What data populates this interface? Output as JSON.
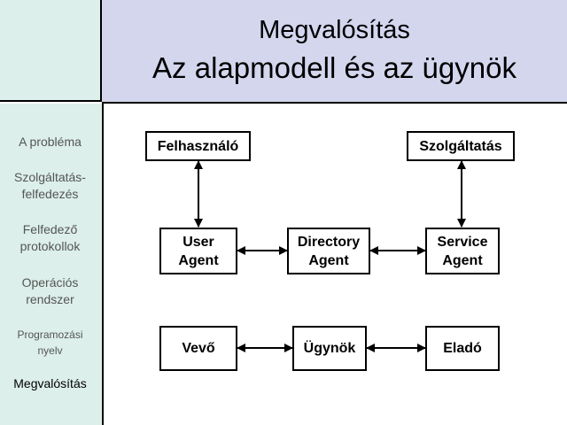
{
  "header": {
    "subtitle": "Megvalósítás",
    "title": "Az alapmodell és az ügynök"
  },
  "sidebar": {
    "items": [
      {
        "label": "A probléma"
      },
      {
        "label": "Szolgáltatás-\nfelfedezés"
      },
      {
        "label": "Felfedező\nprotokollok"
      },
      {
        "label": "Operációs\nrendszer"
      },
      {
        "label": "Programozási\nnyelv"
      },
      {
        "label": "Megvalósítás"
      }
    ]
  },
  "diagram": {
    "nodes": {
      "felhasznalo": "Felhasználó",
      "szolgaltatas": "Szolgáltatás",
      "user_agent": "User\nAgent",
      "directory_agent": "Directory\nAgent",
      "service_agent": "Service\nAgent",
      "vevo": "Vevő",
      "ugynok": "Ügynök",
      "elado": "Eladó"
    }
  },
  "colors": {
    "header_bg": "#d4d6ee",
    "sidebar_bg": "#dcefea"
  }
}
